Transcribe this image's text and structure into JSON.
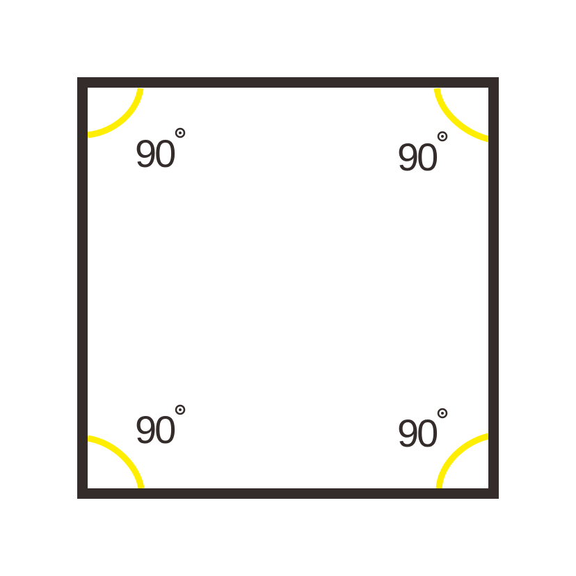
{
  "diagram": {
    "shape": "square",
    "colors": {
      "outline": "#332c2b",
      "angle_arc": "#ffee00",
      "background": "#ffffff"
    },
    "corners": [
      {
        "position": "top-left",
        "label": "90",
        "unit_symbol": "degree-circle"
      },
      {
        "position": "top-right",
        "label": "90",
        "unit_symbol": "degree-circle"
      },
      {
        "position": "bottom-left",
        "label": "90",
        "unit_symbol": "degree-circle"
      },
      {
        "position": "bottom-right",
        "label": "90",
        "unit_symbol": "degree-circle"
      }
    ]
  }
}
